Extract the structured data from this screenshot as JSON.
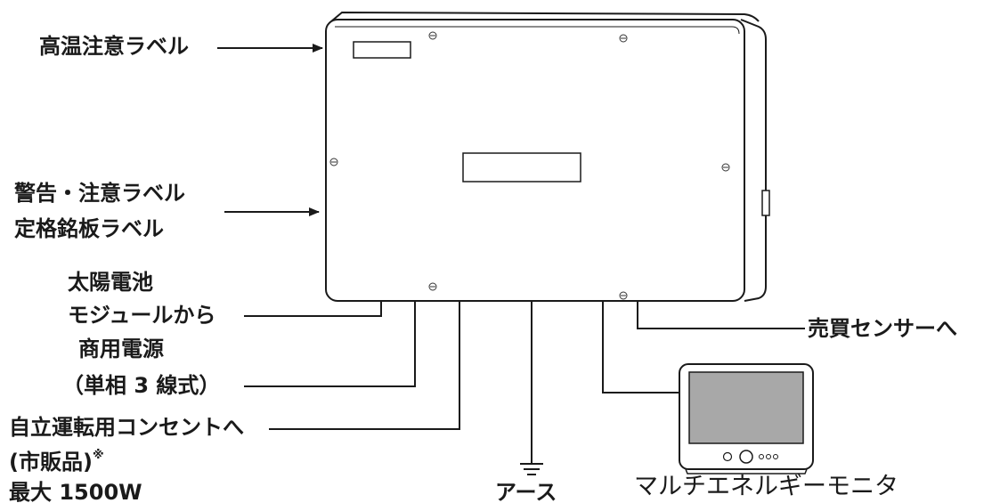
{
  "labels": {
    "high_temp_label": "高温注意ラベル",
    "warning_label": "警告・注意ラベル",
    "rating_plate_label": "定格銘板ラベル",
    "solar_line1": "太陽電池",
    "solar_line2": "モジュールから",
    "grid_line1": "商用電源",
    "grid_line2": "（単相 3 線式）",
    "outlet_line1": "自立運転用コンセントへ",
    "outlet_line2": "(市販品)",
    "outlet_note_mark": "※",
    "outlet_line3": "最大 1500W",
    "ground": "アース",
    "sensor": "売買センサーへ",
    "monitor": "マルチエネルギーモニタ"
  }
}
